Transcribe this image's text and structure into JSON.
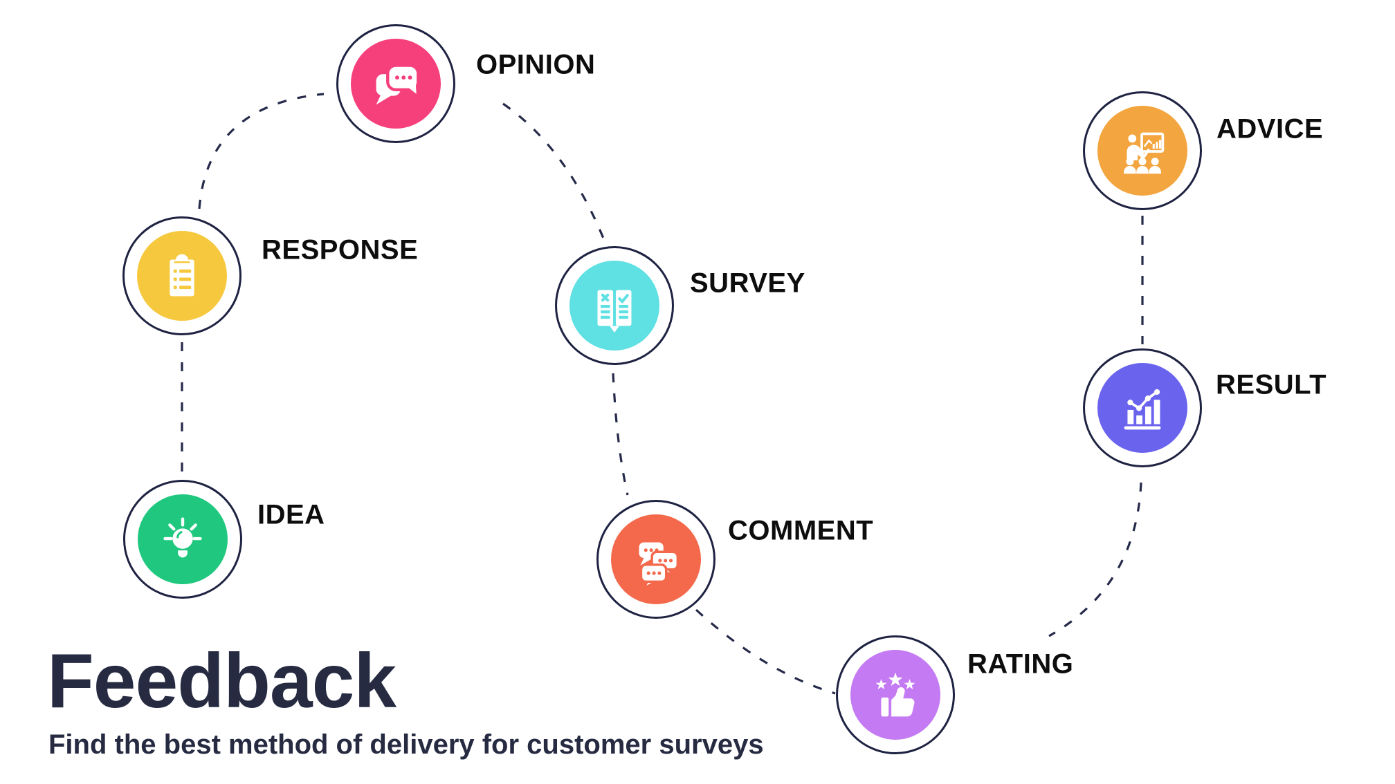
{
  "title": {
    "heading": "Feedback",
    "subtitle": "Find the best method of delivery for customer surveys"
  },
  "palette": {
    "ink": "#262a4a",
    "ring_border": "#1f2342",
    "label_color": "#0d0d0d",
    "title_color": "#272b42",
    "background": "#ffffff"
  },
  "nodes": [
    {
      "id": "opinion",
      "label": "OPINION",
      "icon": "chat-bubbles-icon",
      "color": "#F5407C"
    },
    {
      "id": "response",
      "label": "RESPONSE",
      "icon": "clipboard-icon",
      "color": "#F6C83E"
    },
    {
      "id": "idea",
      "label": "IDEA",
      "icon": "lightbulb-icon",
      "color": "#1FC87E"
    },
    {
      "id": "survey",
      "label": "SURVEY",
      "icon": "open-book-icon",
      "color": "#5FE0E2"
    },
    {
      "id": "comment",
      "label": "COMMENT",
      "icon": "chat-group-icon",
      "color": "#F4694B"
    },
    {
      "id": "rating",
      "label": "RATING",
      "icon": "thumbs-up-stars-icon",
      "color": "#C47AF2"
    },
    {
      "id": "result",
      "label": "RESULT",
      "icon": "bar-chart-icon",
      "color": "#6A63EE"
    },
    {
      "id": "advice",
      "label": "ADVICE",
      "icon": "presentation-icon",
      "color": "#F3A53F"
    }
  ],
  "connections": [
    {
      "from": "response",
      "to": "opinion"
    },
    {
      "from": "response",
      "to": "idea"
    },
    {
      "from": "opinion",
      "to": "survey"
    },
    {
      "from": "survey",
      "to": "comment"
    },
    {
      "from": "comment",
      "to": "rating"
    },
    {
      "from": "result",
      "to": "rating"
    },
    {
      "from": "advice",
      "to": "result"
    }
  ]
}
